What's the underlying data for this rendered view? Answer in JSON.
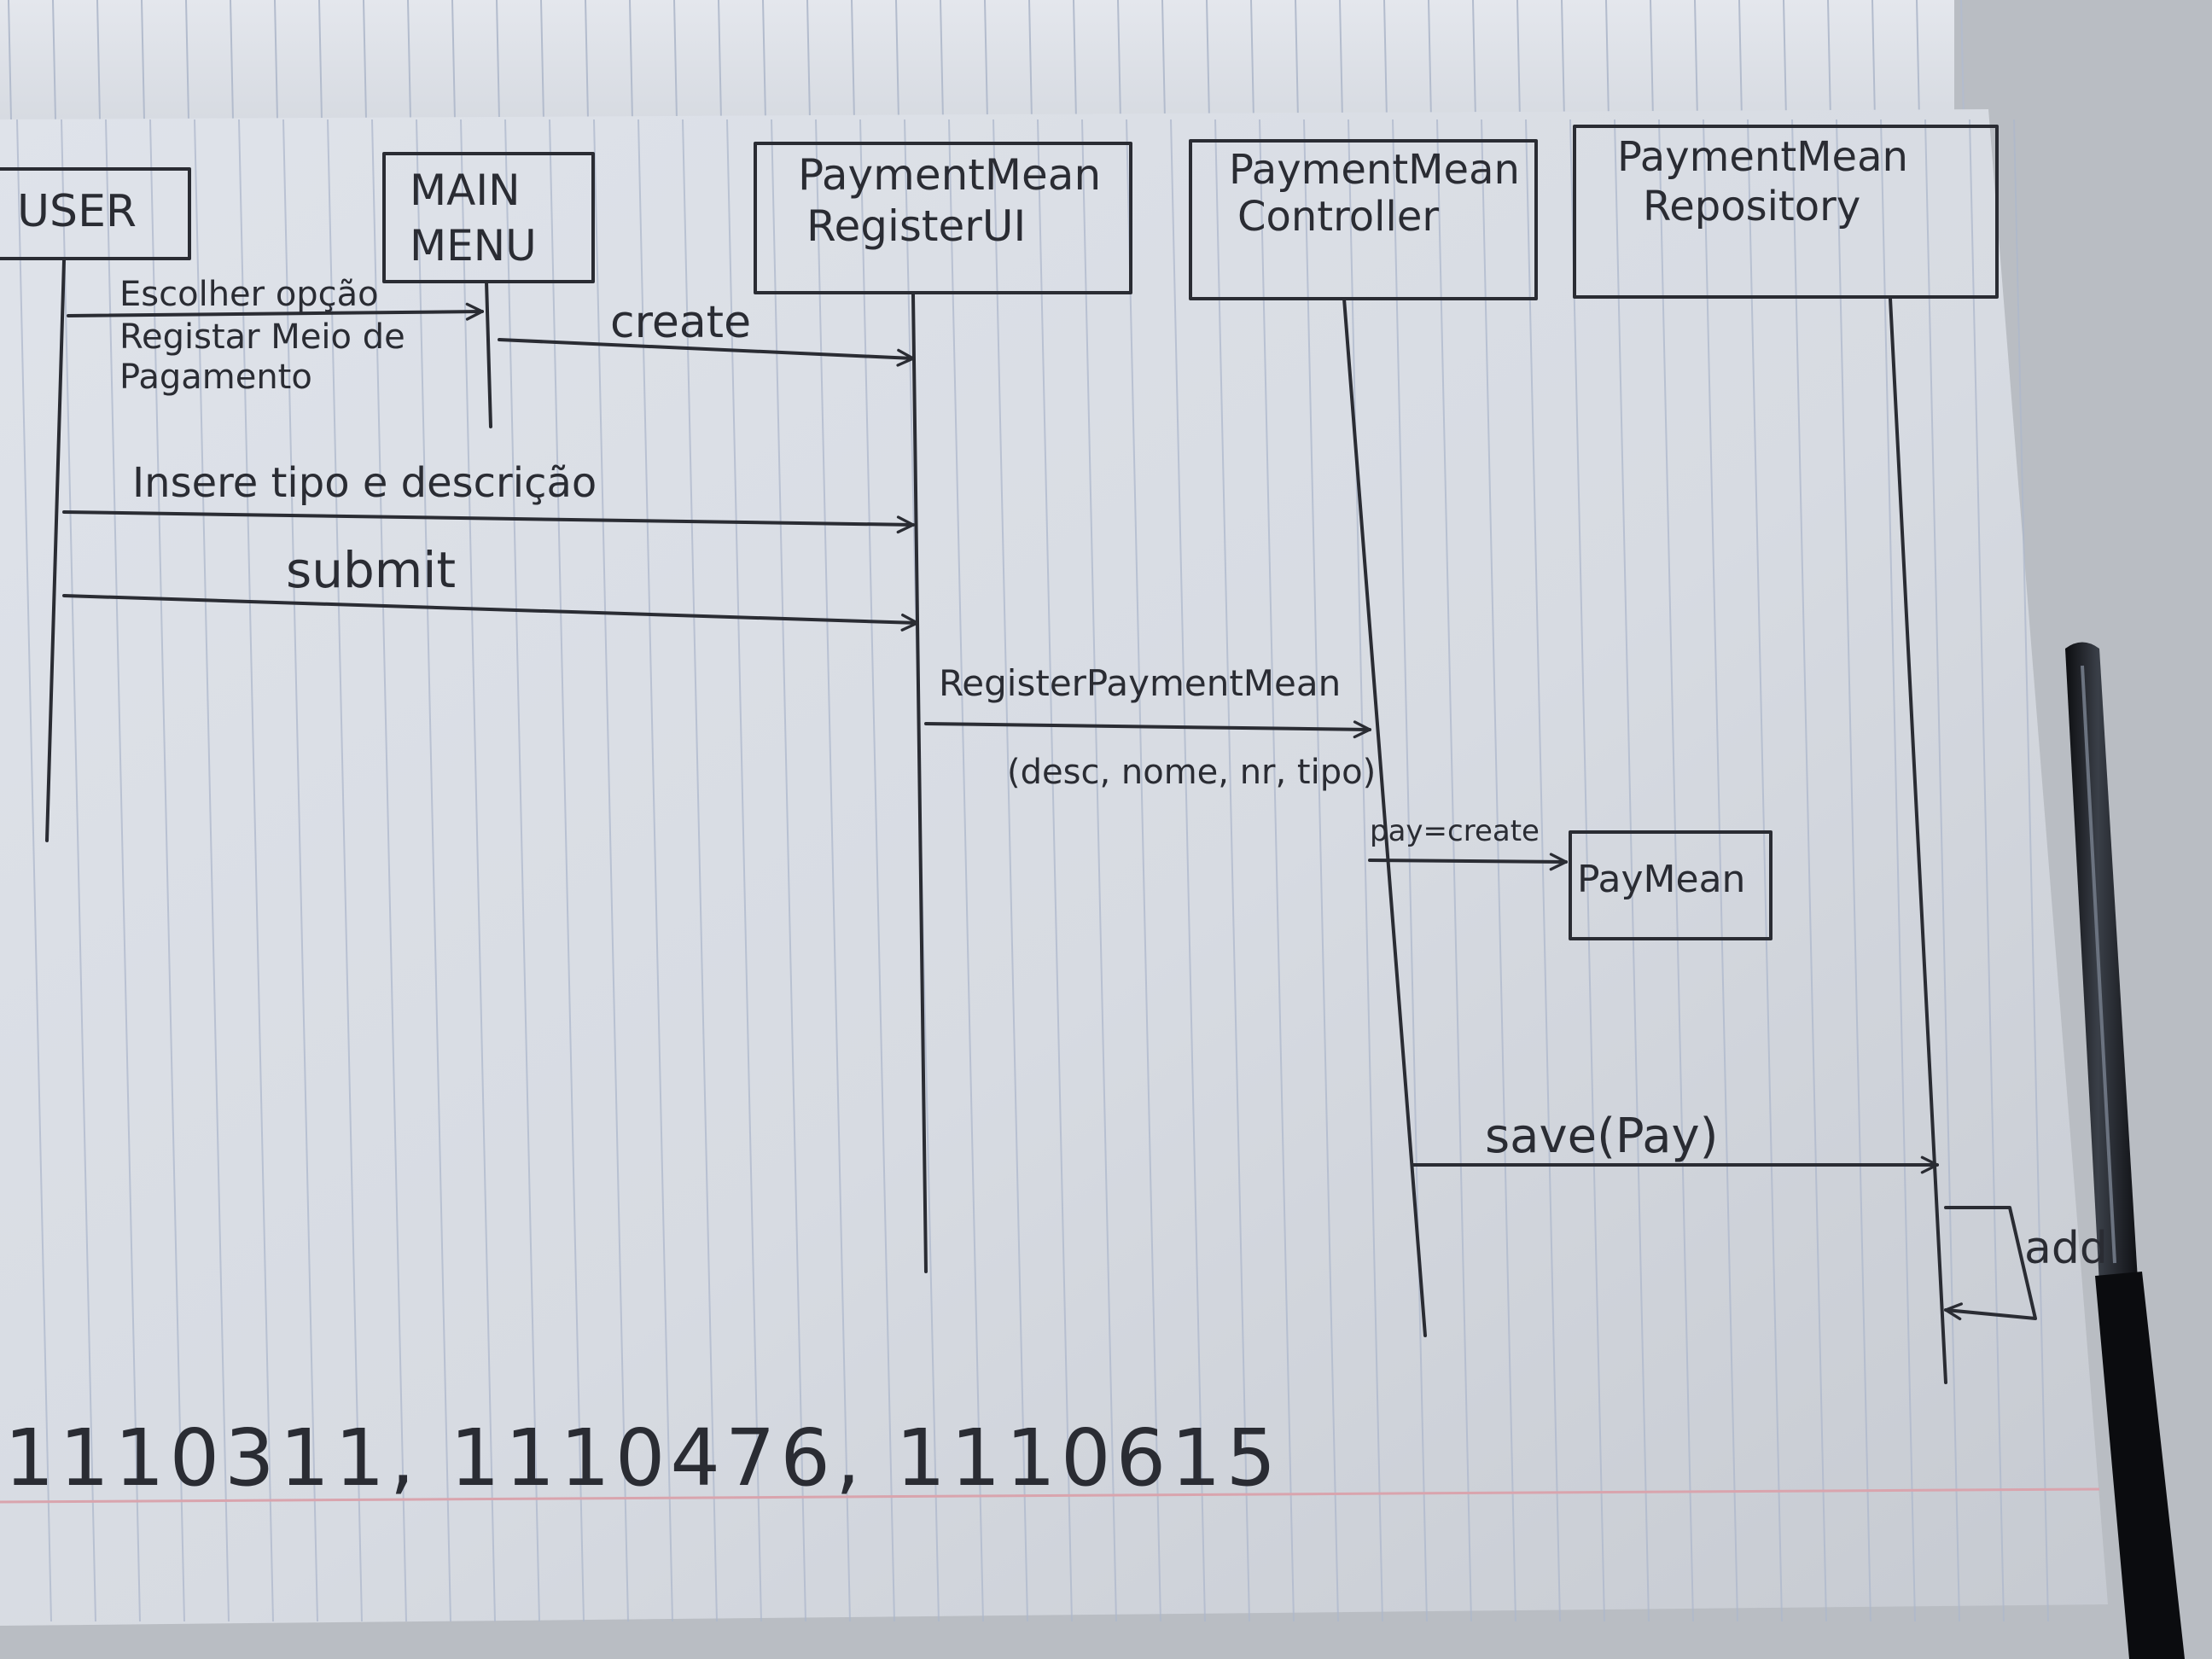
{
  "diagram": {
    "type": "sequence-diagram",
    "medium": "handwritten on ruled notebook paper",
    "participants": [
      {
        "id": "user",
        "label_lines": [
          "USER"
        ]
      },
      {
        "id": "main_menu",
        "label_lines": [
          "MAIN",
          "MENU"
        ]
      },
      {
        "id": "register_ui",
        "label_lines": [
          "PaymentMean",
          "RegisterUI"
        ]
      },
      {
        "id": "controller",
        "label_lines": [
          "PaymentMean",
          "Controller"
        ]
      },
      {
        "id": "repository",
        "label_lines": [
          "PaymentMean",
          "Repository"
        ]
      }
    ],
    "messages": [
      {
        "id": "m1",
        "from": "user",
        "to": "main_menu",
        "label_lines": [
          "Escolher opção",
          "Registar Meio de",
          "Pagamento"
        ]
      },
      {
        "id": "m2",
        "from": "main_menu",
        "to": "register_ui",
        "label_lines": [
          "create"
        ]
      },
      {
        "id": "m3",
        "from": "user",
        "to": "register_ui",
        "label_lines": [
          "Insere tipo e descrição"
        ]
      },
      {
        "id": "m4",
        "from": "user",
        "to": "register_ui",
        "label_lines": [
          "submit"
        ]
      },
      {
        "id": "m5",
        "from": "register_ui",
        "to": "controller",
        "label_lines": [
          "RegisterPaymentMean",
          "(desc, nome, nr, tipo)"
        ]
      },
      {
        "id": "m6",
        "from": "controller",
        "to": "paymean",
        "label_lines": [
          "pay=create"
        ]
      },
      {
        "id": "m7",
        "from": "controller",
        "to": "repository",
        "label_lines": [
          "save(Pay)"
        ]
      },
      {
        "id": "m8",
        "from": "repository",
        "to": "repository",
        "label_lines": [
          "add"
        ]
      }
    ],
    "created_object": {
      "id": "paymean",
      "label": "PayMean"
    },
    "footer_numbers": "1110311, 1110476, 1110615"
  }
}
